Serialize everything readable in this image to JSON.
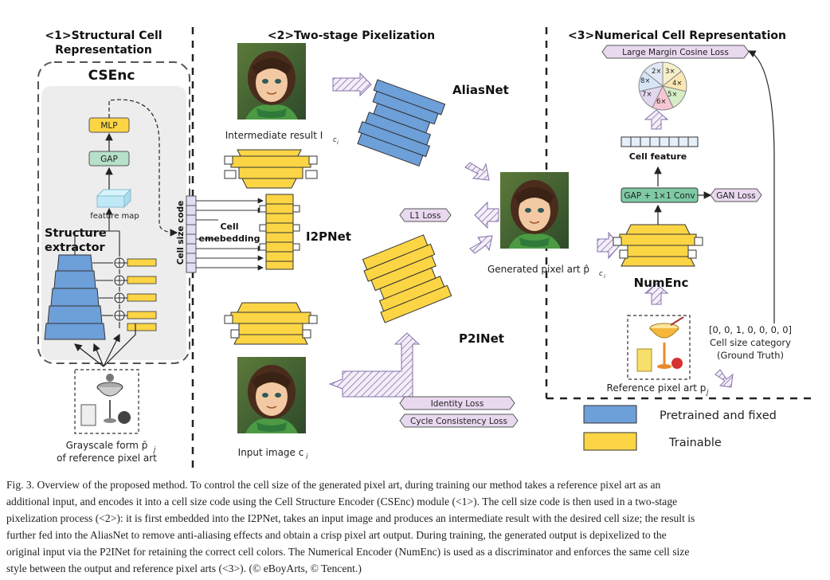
{
  "sections": {
    "s1": "<1>Structural Cell",
    "s1b": "Representation",
    "s2": "<2>Two-stage Pixelization",
    "s3": "<3>Numerical Cell Representation"
  },
  "csenc": {
    "title": "CSEnc",
    "mlp": "MLP",
    "gap": "GAP",
    "feature_map": "feature map",
    "extractor1": "Structure",
    "extractor2": "extractor",
    "cell_size_code": "Cell size code",
    "grayscale1": "Grayscale form p̄",
    "grayscale_sub": "j",
    "grayscale2": "of reference pixel art"
  },
  "stage2": {
    "intermediate": "Intermediate result I",
    "intermediate_sub": "c",
    "intermediate_subsub": "i",
    "aliasnet": "AliasNet",
    "i2pnet": "I2PNet",
    "p2inet": "P2INet",
    "cell_emb1": "Cell",
    "cell_emb2": "emebedding",
    "l1_loss": "L1 Loss",
    "identity_loss": "Identity Loss",
    "cycle_loss": "Cycle Consistency Loss",
    "input_image": "Input image c",
    "input_sub": "i",
    "generated": "Generated pixel art p̂",
    "generated_sub": "c",
    "generated_subsub": "i"
  },
  "stage3": {
    "lmc_loss": "Large Margin Cosine Loss",
    "pie_labels": [
      "2×",
      "3×",
      "4×",
      "5×",
      "6×",
      "7×",
      "8×"
    ],
    "cell_feature": "Cell feature",
    "gap_conv": "GAP + 1×1 Conv",
    "gan_loss": "GAN Loss",
    "numenc": "NumEnc",
    "vector": "[0, 0, 1, 0, 0, 0, 0]",
    "category1": "Cell size category",
    "category2": "(Ground Truth)",
    "reference": "Reference pixel art p",
    "reference_sub": "j"
  },
  "legend": {
    "pretrained": "Pretrained and fixed",
    "trainable": "Trainable"
  },
  "colors": {
    "pretrained": "#6d9fd9",
    "trainable": "#fcd545",
    "mlp": "#fcd545",
    "gap": "#b6e0c8",
    "loss": "#e9d9ef",
    "gap_conv": "#7ecaa4",
    "cell_feature": "#e4effa"
  },
  "caption": {
    "line1": "Fig. 3.  Overview of the proposed method. To control the cell size of the generated pixel art, during training our method takes a reference pixel art as an",
    "line2": "additional input, and encodes it into a cell size code using the Cell Structure Encoder (CSEnc) module (<1>). The cell size code is then used in a two-stage",
    "line3": "pixelization process (<2>): it is first embedded into the I2PNet, takes an input image and produces an intermediate result with the desired cell size; the result is",
    "line4": "further fed into the AliasNet to remove anti-aliasing effects and obtain a crisp pixel art output. During training, the generated output is depixelized to the",
    "line5": "original input via the P2INet for retaining the correct cell colors. The Numerical Encoder (NumEnc) is used as a discriminator and enforces the same cell size",
    "line6": "style between the output and reference pixel arts (<3>). (© eBoyArts, © Tencent.)"
  }
}
